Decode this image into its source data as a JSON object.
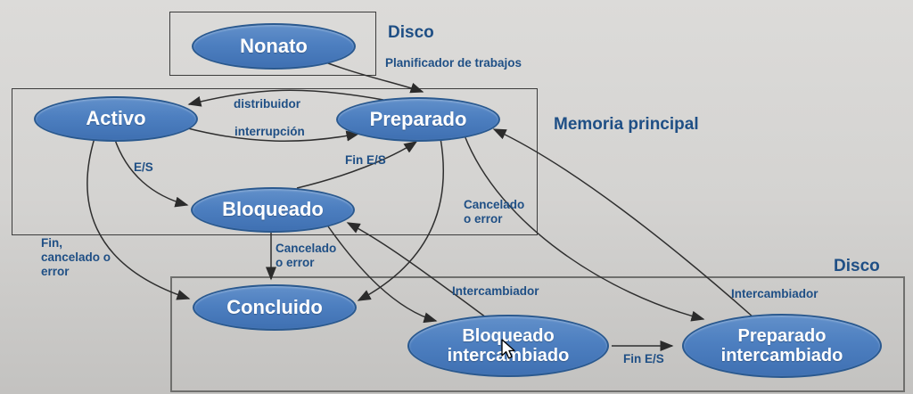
{
  "colors": {
    "background_top": "#dcdbd9",
    "background_bottom": "#c3c2c0",
    "state_fill": "#4d7fc0",
    "state_border": "#2a598f",
    "state_text": "#ffffff",
    "label_text": "#1f4f85",
    "arrow": "#2f2f2f",
    "container_border": "#3c3c3c"
  },
  "containers": {
    "disco_top": {
      "label": "Disco"
    },
    "memoria": {
      "label": "Memoria principal"
    },
    "disco_bottom": {
      "label": "Disco"
    }
  },
  "states": {
    "nonato": {
      "label": "Nonato"
    },
    "activo": {
      "label": "Activo"
    },
    "preparado": {
      "label": "Preparado"
    },
    "bloqueado": {
      "label": "Bloqueado"
    },
    "concluido": {
      "label": "Concluido"
    },
    "bloqueado_intercambiado": {
      "label": "Bloqueado intercambiado"
    },
    "preparado_intercambiado": {
      "label": "Preparado intercambiado"
    }
  },
  "edge_labels": {
    "planificador": "Planificador de trabajos",
    "distribuidor": "distribuidor",
    "interrupcion": "interrupción",
    "es": "E/S",
    "fin_es": "Fin E/S",
    "cancelado_right": "Cancelado o error",
    "cancelado_mid": "Cancelado o error",
    "fin_cancelado": "Fin, cancelado o error",
    "intercambiador_left": "Intercambiador",
    "intercambiador_right": "Intercambiador",
    "fin_es_bottom": "Fin E/S"
  },
  "edges": [
    {
      "from": "Nonato",
      "to": "Preparado",
      "label": "Planificador de trabajos"
    },
    {
      "from": "Preparado",
      "to": "Activo",
      "label": "distribuidor"
    },
    {
      "from": "Activo",
      "to": "Preparado",
      "label": "interrupción"
    },
    {
      "from": "Activo",
      "to": "Bloqueado",
      "label": "E/S"
    },
    {
      "from": "Bloqueado",
      "to": "Preparado",
      "label": "Fin E/S"
    },
    {
      "from": "Activo",
      "to": "Concluido",
      "label": "Fin, cancelado o error"
    },
    {
      "from": "Bloqueado",
      "to": "Concluido",
      "label": "Cancelado o error"
    },
    {
      "from": "Preparado",
      "to": "Concluido",
      "label": "Cancelado o error"
    },
    {
      "from": "Bloqueado",
      "to": "Bloqueado intercambiado",
      "label": "Intercambiador"
    },
    {
      "from": "Bloqueado intercambiado",
      "to": "Bloqueado",
      "label": ""
    },
    {
      "from": "Preparado",
      "to": "Preparado intercambiado",
      "label": "Intercambiador"
    },
    {
      "from": "Preparado intercambiado",
      "to": "Preparado",
      "label": ""
    },
    {
      "from": "Bloqueado intercambiado",
      "to": "Preparado intercambiado",
      "label": "Fin E/S"
    }
  ]
}
